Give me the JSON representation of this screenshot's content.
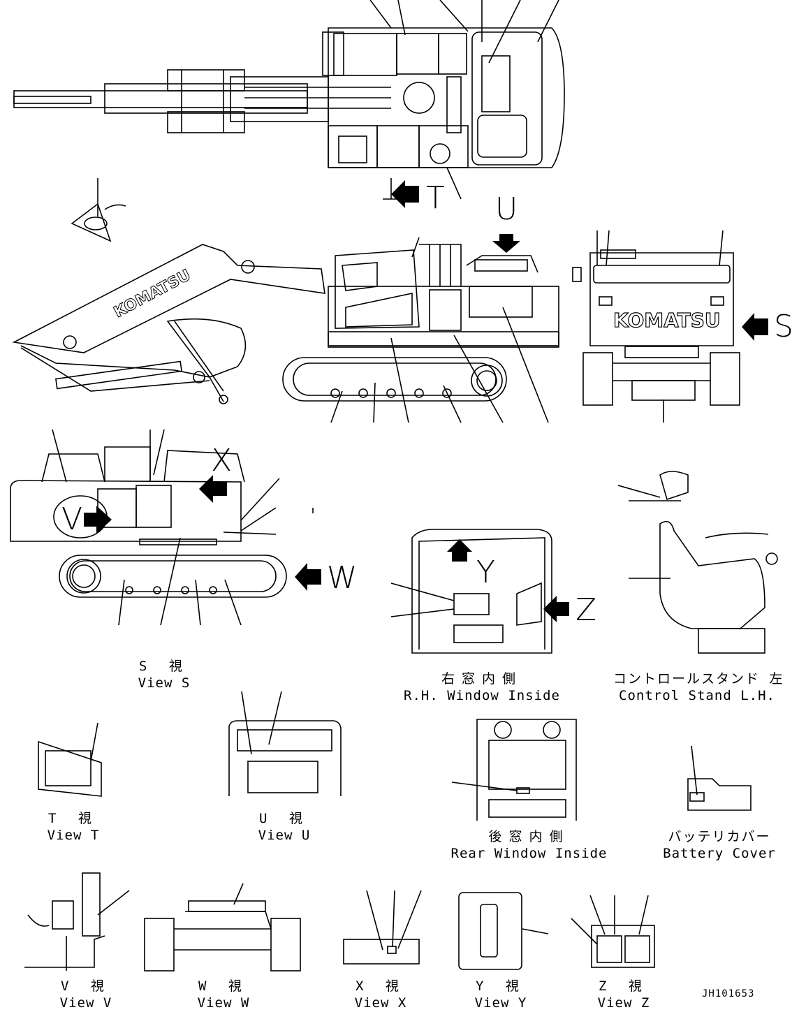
{
  "brand": "KOMATSU",
  "view_letters": {
    "t": "T",
    "u": "U",
    "s": "S",
    "x": "X",
    "v": "V",
    "w": "W",
    "y": "Y",
    "z": "Z"
  },
  "captions": {
    "view_s": {
      "jp": "S 視",
      "en": "View S"
    },
    "rh_window": {
      "jp": "右窓内側",
      "en": "R.H. Window Inside"
    },
    "control_stand": {
      "jp": "コントロールスタンド 左",
      "en": "Control Stand L.H."
    },
    "view_t": {
      "jp": "T 視",
      "en": "View T"
    },
    "view_u": {
      "jp": "U 視",
      "en": "View U"
    },
    "rear_window": {
      "jp": "後窓内側",
      "en": "Rear Window Inside"
    },
    "battery_cover": {
      "jp": "バッテリカバー",
      "en": "Battery Cover"
    },
    "view_v": {
      "jp": "V 視",
      "en": "View V"
    },
    "view_w": {
      "jp": "W 視",
      "en": "View W"
    },
    "view_x": {
      "jp": "X 視",
      "en": "View X"
    },
    "view_y": {
      "jp": "Y 視",
      "en": "View Y"
    },
    "view_z": {
      "jp": "Z 視",
      "en": "View Z"
    }
  },
  "document_id": "JH101653"
}
